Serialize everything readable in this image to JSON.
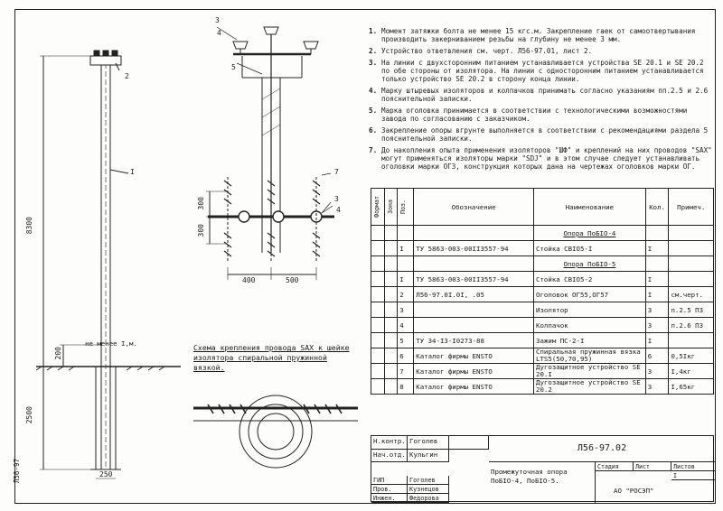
{
  "notes": [
    {
      "num": "1.",
      "text": "Момент затяжки болта не менее 15 кгс.м. Закрепление гаек от самоотвертывания производить закерниванием резьбы на глубину не менее 3 мм."
    },
    {
      "num": "2.",
      "text": "Устройство ответвления см. черт. Л56-97.01, лист 2."
    },
    {
      "num": "3.",
      "text": "На линии с двухсторонним питанием устанавливается устройства SE 20.1 и SE 20.2 по обе стороны от изолятора. На линии с односторонним питанием устанавливается только устройство SE 20.2 в сторону конца линии."
    },
    {
      "num": "4.",
      "text": "Марку штыревых изоляторов и колпачков принимать согласно указаниям пп.2.5 и 2.6 пояснительной записки."
    },
    {
      "num": "5.",
      "text": "Марка оголовка принимается в соответствии с технологическими возможностями завода по согласованию с заказчиком."
    },
    {
      "num": "6.",
      "text": "Закрепление опоры вгрунте выполняется в соответствии с рекомендациями раздела 5 пояснительной записки."
    },
    {
      "num": "7.",
      "text": "До накопления опыта применения изоляторов \"ШФ\" и креплений на них проводов \"SAX\" могут применяться изоляторы марки \"SDJ\" и в этом случае следует устанавливать оголовки марки ОГЗ, конструкция которых дана на чертежах оголовков марки ОГ."
    }
  ],
  "spec": {
    "headers": {
      "format": "Формат",
      "zone": "Зона",
      "pos": "Поз.",
      "designation": "Обозначение",
      "name": "Наименование",
      "qty": "Кол.",
      "note": "Примеч."
    },
    "rows": [
      {
        "type": "group",
        "name": "Опора ПоБIO-4"
      },
      {
        "type": "row",
        "pos": "I",
        "designation": "ТУ 5863-003-00II3557-94",
        "name": "Стойка СВIO5-I",
        "qty": "I",
        "note": ""
      },
      {
        "type": "group",
        "name": "Опора ПоБIO-5"
      },
      {
        "type": "row",
        "pos": "I",
        "designation": "ТУ 5863-003-00II3557-94",
        "name": "Стойка СВIO5-2",
        "qty": "I",
        "note": ""
      },
      {
        "type": "row",
        "pos": "2",
        "designation": "Л56-97.0I.0I, .05",
        "name": "Оголовок ОГ55,ОГ57",
        "qty": "I",
        "note": "см.черт."
      },
      {
        "type": "row",
        "pos": "3",
        "designation": "",
        "name": "Изолятор",
        "qty": "3",
        "note": "п.2.5 ПЗ"
      },
      {
        "type": "row",
        "pos": "4",
        "designation": "",
        "name": "Колпачок",
        "qty": "3",
        "note": "п.2.6 ПЗ"
      },
      {
        "type": "row",
        "pos": "5",
        "designation": "ТУ 34-I3-I0273-88",
        "name": "Зажим ПС-2-I",
        "qty": "I",
        "note": ""
      },
      {
        "type": "row",
        "pos": "6",
        "designation": "Каталог фирмы ENSTO",
        "name": "Спиральная пружинная вязка LTS5(50,70,95)",
        "qty": "6",
        "note": "0,5Iкг"
      },
      {
        "type": "row",
        "pos": "7",
        "designation": "Каталог фирмы ENSTO",
        "name": "Дугозащитное устройство SE 20.I",
        "qty": "3",
        "note": "I,4кг"
      },
      {
        "type": "row",
        "pos": "8",
        "designation": "Каталог фирмы ENSTO",
        "name": "Дугозащитное устройство SE 20.2",
        "qty": "3",
        "note": "I,65кг"
      }
    ]
  },
  "titleblock": {
    "code": "Л56-97.02",
    "title": "Промежуточная опора ПоБIO-4, ПоБIO-5.",
    "org": "АО \"РОСЭП\"",
    "stage": "Стадия",
    "sheet": "Лист",
    "sheets": "Листов",
    "sheets_value": "I",
    "roles": [
      {
        "role": "Н.контр.",
        "name": "Гоголев"
      },
      {
        "role": "Нач.отд.",
        "name": "Кульгин"
      },
      {
        "role": "ГИП",
        "name": "Гоголев"
      },
      {
        "role": "Пров.",
        "name": "Кузнецов"
      },
      {
        "role": "Инжен.",
        "name": "Федорова"
      }
    ]
  },
  "drawing": {
    "labels": {
      "pole_height": "8300",
      "depth": "2500",
      "base": "250",
      "offset": "200",
      "ground_note": "не менее I,м.",
      "callout_I": "I",
      "callout_2": "2",
      "callout_3": "3",
      "callout_4": "4",
      "callout_5": "5",
      "callout_7": "7",
      "dim_300a": "300",
      "dim_300b": "300",
      "dim_400": "400",
      "dim_500": "500"
    },
    "scheme_caption": "Схема крепления провода SAX к шейке изолятора спиральной пружинной вязкой.",
    "side_stamp": "Л56-97"
  }
}
